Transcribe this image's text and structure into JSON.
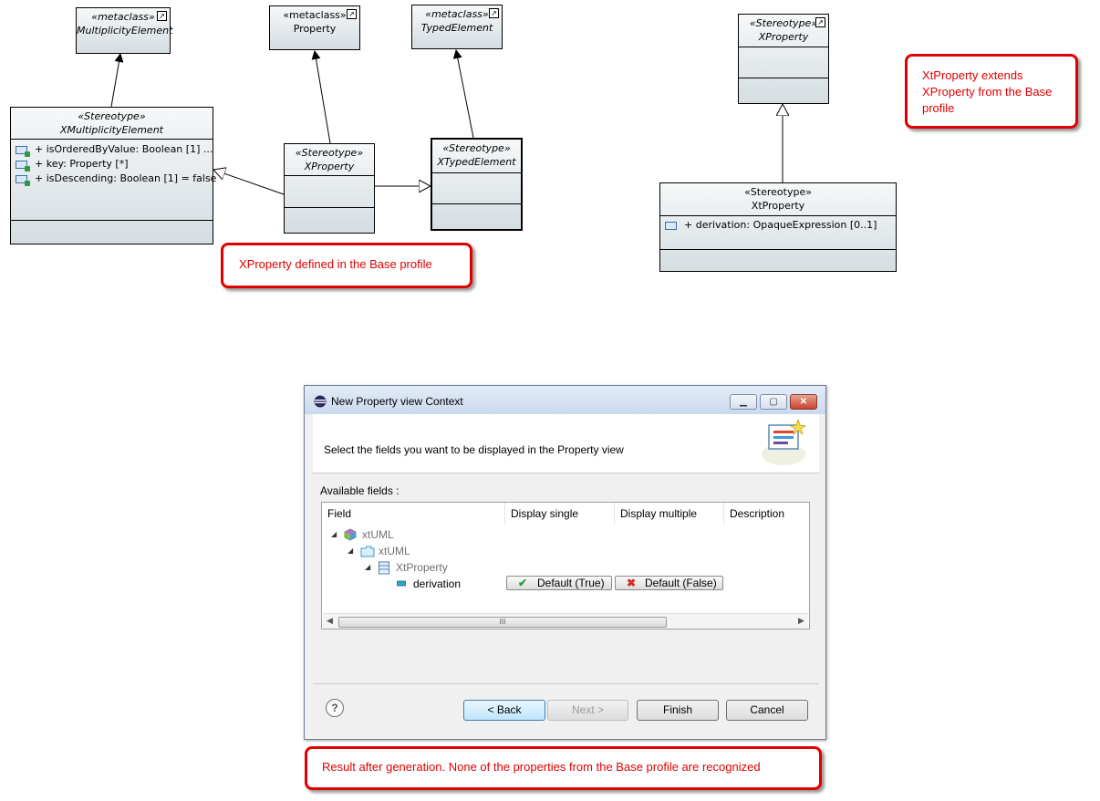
{
  "diagram": {
    "metaclasses": [
      {
        "stereotype": "«metaclass»",
        "name": "MultiplicityElement"
      },
      {
        "stereotype": "«metaclass»",
        "name": "Property"
      },
      {
        "stereotype": "«metaclass»",
        "name": "TypedElement"
      }
    ],
    "xmultiplicity": {
      "stereotype": "«Stereotype»",
      "name": "XMultiplicityElement",
      "attributes": [
        "+ isOrderedByValue: Boolean [1] ...",
        "+ key: Property [*]",
        "+ isDescending: Boolean [1] = false"
      ]
    },
    "xproperty_left": {
      "stereotype": "«Stereotype»",
      "name": "XProperty"
    },
    "xtyped": {
      "stereotype": "«Stereotype»",
      "name": "XTypedElement"
    },
    "xproperty_right": {
      "stereotype": "«Stereotype»",
      "name": "XProperty"
    },
    "xtproperty": {
      "stereotype": "«Stereotype»",
      "name": "XtProperty",
      "attributes": [
        "+ derivation: OpaqueExpression [0..1]"
      ]
    }
  },
  "callouts": {
    "base_profile": "XProperty defined in the Base profile",
    "extends": "XtProperty extends XProperty from the Base profile",
    "result": "Result after generation. None of the properties from the Base profile are recognized"
  },
  "dialog": {
    "title": "New Property view Context",
    "window_buttons": {
      "minimize": "▁",
      "maximize": "▢",
      "close": "✕"
    },
    "instruction": "Select the fields you want to be displayed in the Property view",
    "available_label": "Available fields :",
    "columns": [
      "Field",
      "Display single",
      "Display multiple",
      "Description"
    ],
    "tree": [
      {
        "label": "xtUML",
        "level": 0,
        "icon": "model-icon",
        "expander": "◢"
      },
      {
        "label": "xtUML",
        "level": 1,
        "icon": "package-icon",
        "expander": "◢"
      },
      {
        "label": "XtProperty",
        "level": 2,
        "icon": "class-icon",
        "expander": "◢"
      },
      {
        "label": "derivation",
        "level": 3,
        "icon": "property-icon",
        "expander": ""
      }
    ],
    "single_button": "Default (True)",
    "multiple_button": "Default (False)",
    "scroll_grip": "III",
    "help": "?",
    "buttons": {
      "back": "< Back",
      "next": "Next >",
      "finish": "Finish",
      "cancel": "Cancel"
    },
    "colors": {
      "accent": "#3c7fb1",
      "disabled_text": "#9a9a9a",
      "check": "#2e9a3e",
      "cross": "#d62b1f"
    }
  }
}
